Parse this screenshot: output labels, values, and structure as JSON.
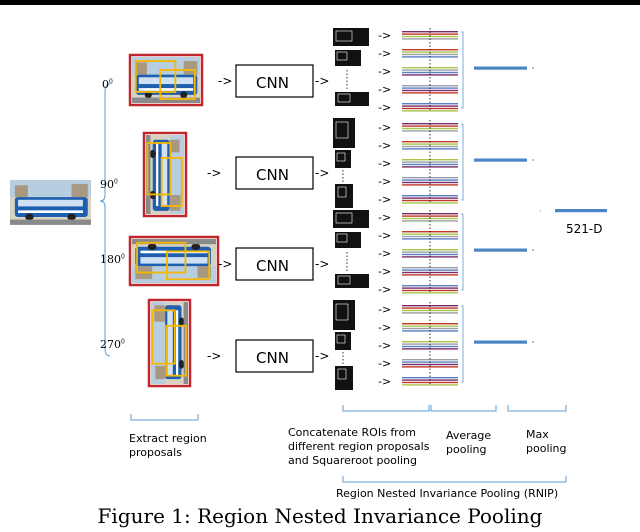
{
  "angles": [
    "0",
    "90",
    "180",
    "270"
  ],
  "degree_mark": "0",
  "cnn_label": "CNN",
  "arrow_glyph": "->",
  "dimension_label": "521-D",
  "labels": {
    "extract": "Extract region\nproposals",
    "concat": "Concatenate ROIs from\ndifferent region proposals\nand Squareroot pooling",
    "average": "Average\npooling",
    "max": "Max\npooling",
    "rnip": "Region Nested Invariance Pooling (RNIP)"
  },
  "caption": "Figure 1: Region Nested Invariance Pooling",
  "colors": {
    "border_red": "#c0272d",
    "box_yellow": "#f5b800",
    "bracket_blue": "#5b9bd5",
    "bar_blue": "#4a86c5",
    "bus_blue": "#1f5fb0",
    "line_purple": "#7b2d6b",
    "line_red": "#c0392b",
    "line_green": "#a8c64a",
    "line_gray": "#9aa0a8",
    "line_blue": "#5b7fc4"
  }
}
